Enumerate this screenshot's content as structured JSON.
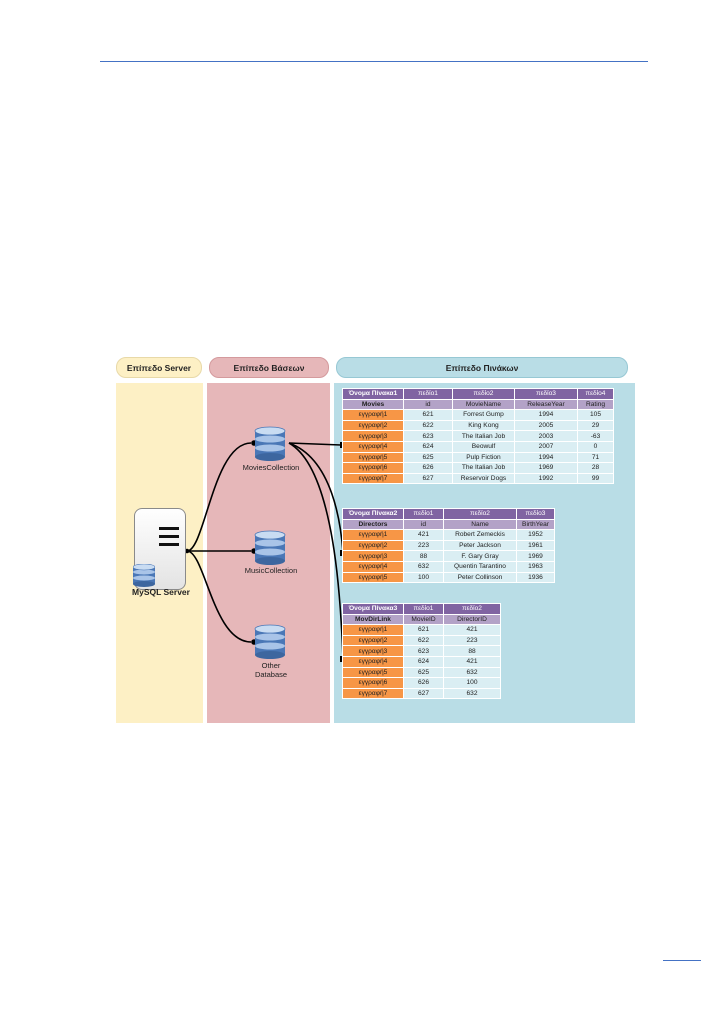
{
  "levels": {
    "server": "Επίπεδο Server",
    "databases": "Επίπεδο Βάσεων",
    "tables": "Επίπεδο Πινάκων"
  },
  "server": {
    "label": "MySQL Server"
  },
  "databases": [
    {
      "name": "MoviesCollection"
    },
    {
      "name": "MusicCollection"
    },
    {
      "name": "Other Database"
    }
  ],
  "tables": [
    {
      "table_label": "Όνομα Πίνακα1",
      "table_name": "Movies",
      "field_labels": [
        "πεδίο1",
        "πεδίο2",
        "πεδίο3",
        "πεδίο4"
      ],
      "columns": [
        "id",
        "MovieName",
        "ReleaseYear",
        "Rating"
      ],
      "rows": [
        {
          "label": "εγγραφή1",
          "cells": [
            "621",
            "Forrest Gump",
            "1994",
            "105"
          ]
        },
        {
          "label": "εγγραφή2",
          "cells": [
            "622",
            "King Kong",
            "2005",
            "29"
          ]
        },
        {
          "label": "εγγραφή3",
          "cells": [
            "623",
            "The Italian Job",
            "2003",
            "-63"
          ]
        },
        {
          "label": "εγγραφή4",
          "cells": [
            "624",
            "Beowulf",
            "2007",
            "0"
          ]
        },
        {
          "label": "εγγραφή5",
          "cells": [
            "625",
            "Pulp Fiction",
            "1994",
            "71"
          ]
        },
        {
          "label": "εγγραφή6",
          "cells": [
            "626",
            "The Italian Job",
            "1969",
            "28"
          ]
        },
        {
          "label": "εγγραφή7",
          "cells": [
            "627",
            "Reservoir Dogs",
            "1992",
            "99"
          ]
        }
      ]
    },
    {
      "table_label": "Όνομα Πίνακα2",
      "table_name": "Directors",
      "field_labels": [
        "πεδίο1",
        "πεδίο2",
        "πεδίο3"
      ],
      "columns": [
        "id",
        "Name",
        "BirthYear"
      ],
      "rows": [
        {
          "label": "εγγραφή1",
          "cells": [
            "421",
            "Robert Zemeckis",
            "1952"
          ]
        },
        {
          "label": "εγγραφή2",
          "cells": [
            "223",
            "Peter Jackson",
            "1961"
          ]
        },
        {
          "label": "εγγραφή3",
          "cells": [
            "88",
            "F. Gary Gray",
            "1969"
          ]
        },
        {
          "label": "εγγραφή4",
          "cells": [
            "632",
            "Quentin Tarantino",
            "1963"
          ]
        },
        {
          "label": "εγγραφή5",
          "cells": [
            "100",
            "Peter Collinson",
            "1936"
          ]
        }
      ]
    },
    {
      "table_label": "Όνομα Πίνακα3",
      "table_name": "MovDirLink",
      "field_labels": [
        "πεδίο1",
        "πεδίο2"
      ],
      "columns": [
        "MovieID",
        "DirectorID"
      ],
      "rows": [
        {
          "label": "εγγραφή1",
          "cells": [
            "621",
            "421"
          ]
        },
        {
          "label": "εγγραφή2",
          "cells": [
            "622",
            "223"
          ]
        },
        {
          "label": "εγγραφή3",
          "cells": [
            "623",
            "88"
          ]
        },
        {
          "label": "εγγραφή4",
          "cells": [
            "624",
            "421"
          ]
        },
        {
          "label": "εγγραφή5",
          "cells": [
            "625",
            "632"
          ]
        },
        {
          "label": "εγγραφή6",
          "cells": [
            "626",
            "100"
          ]
        },
        {
          "label": "εγγραφή7",
          "cells": [
            "627",
            "632"
          ]
        }
      ]
    }
  ]
}
